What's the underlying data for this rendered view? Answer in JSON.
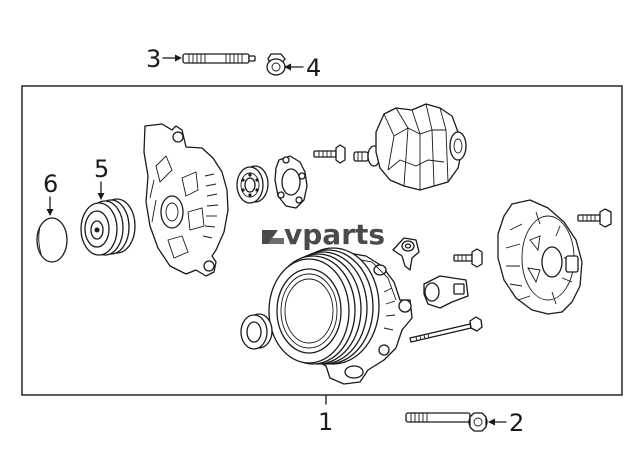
{
  "diagram": {
    "watermark": "vparts",
    "callouts": [
      {
        "id": "1",
        "part": "alternator-assembly"
      },
      {
        "id": "2",
        "part": "mounting-bolt"
      },
      {
        "id": "3",
        "part": "stud"
      },
      {
        "id": "4",
        "part": "nut"
      },
      {
        "id": "5",
        "part": "pulley"
      },
      {
        "id": "6",
        "part": "pulley-cap"
      }
    ]
  }
}
